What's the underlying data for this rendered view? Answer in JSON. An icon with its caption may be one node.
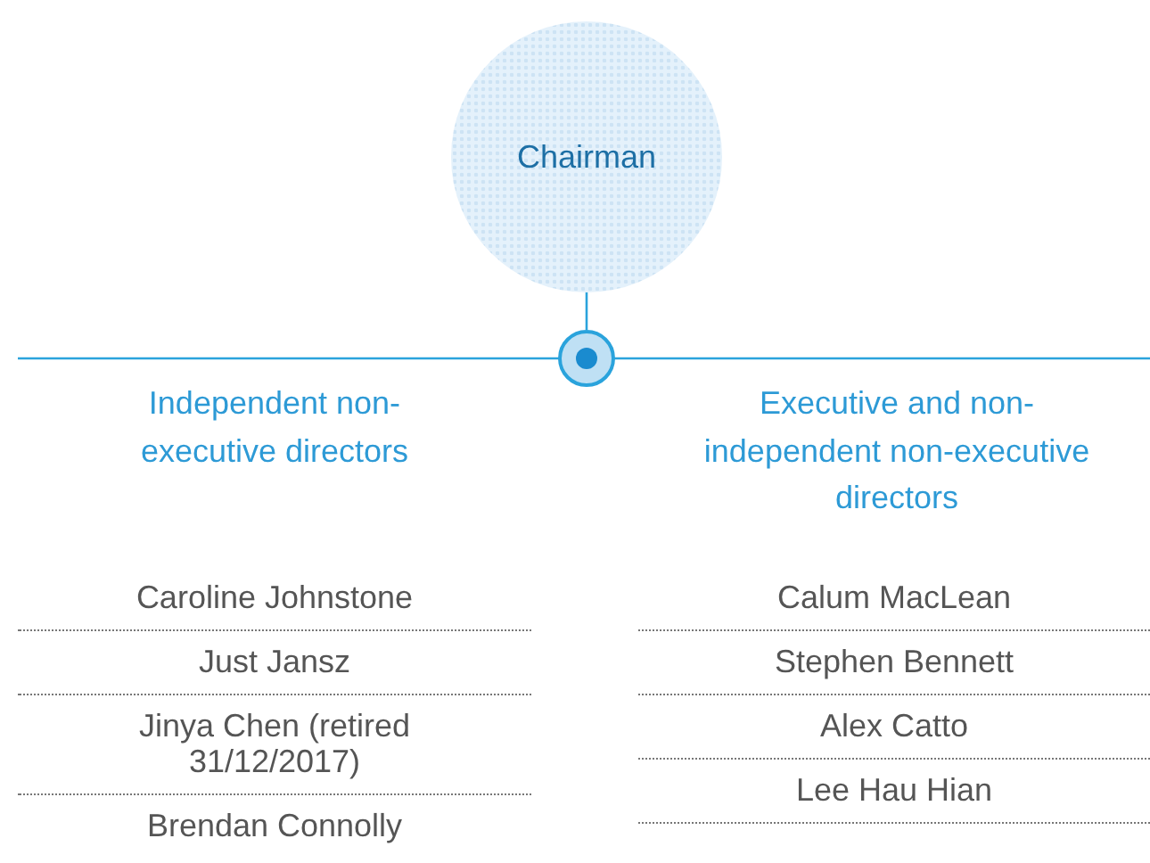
{
  "diagram": {
    "nodes": [
      {
        "text": [
          "Chairman"
        ]
      },
      {
        "text": [],
        "shape": "circle"
      }
    ],
    "edges": [
      {
        "from": 0,
        "to": 1,
        "arrow": "none"
      }
    ],
    "labels": [
      "Independent non-executive directors",
      "Executive and non-independent non-executive directors",
      "Caroline Johnstone",
      "Just Jansz",
      "Jinya Chen (retired 31/12/2017)",
      "Brendan Connolly",
      "Calum MacLean",
      "Stephen Bennett",
      "Alex Catto",
      "Lee Hau Hian"
    ]
  }
}
